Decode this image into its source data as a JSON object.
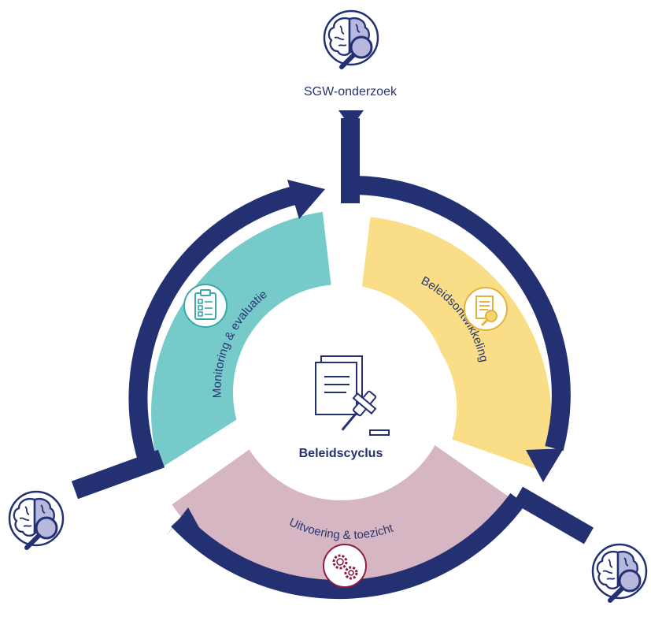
{
  "center": {
    "title": "Beleidscyclus",
    "icon": "policy-document-gavel-icon"
  },
  "phases": [
    {
      "label": "Beleidsontwikkeling",
      "color": "#f9dd87",
      "icon": "document-search-icon"
    },
    {
      "label": "Uitvoering & toezicht",
      "color": "#d7b6c4",
      "icon": "gears-icon"
    },
    {
      "label": "Monitoring & evaluatie",
      "color": "#76cac9",
      "icon": "clipboard-checklist-icon"
    }
  ],
  "research": {
    "label": "SGW-onderzoek",
    "icon": "brain-magnifier-icon"
  },
  "colors": {
    "arrow": "#233172",
    "text": "#2b3570",
    "yellow_accent": "#e3b43a",
    "teal_accent": "#3aa9a7",
    "maroon_accent": "#8e1b43"
  }
}
